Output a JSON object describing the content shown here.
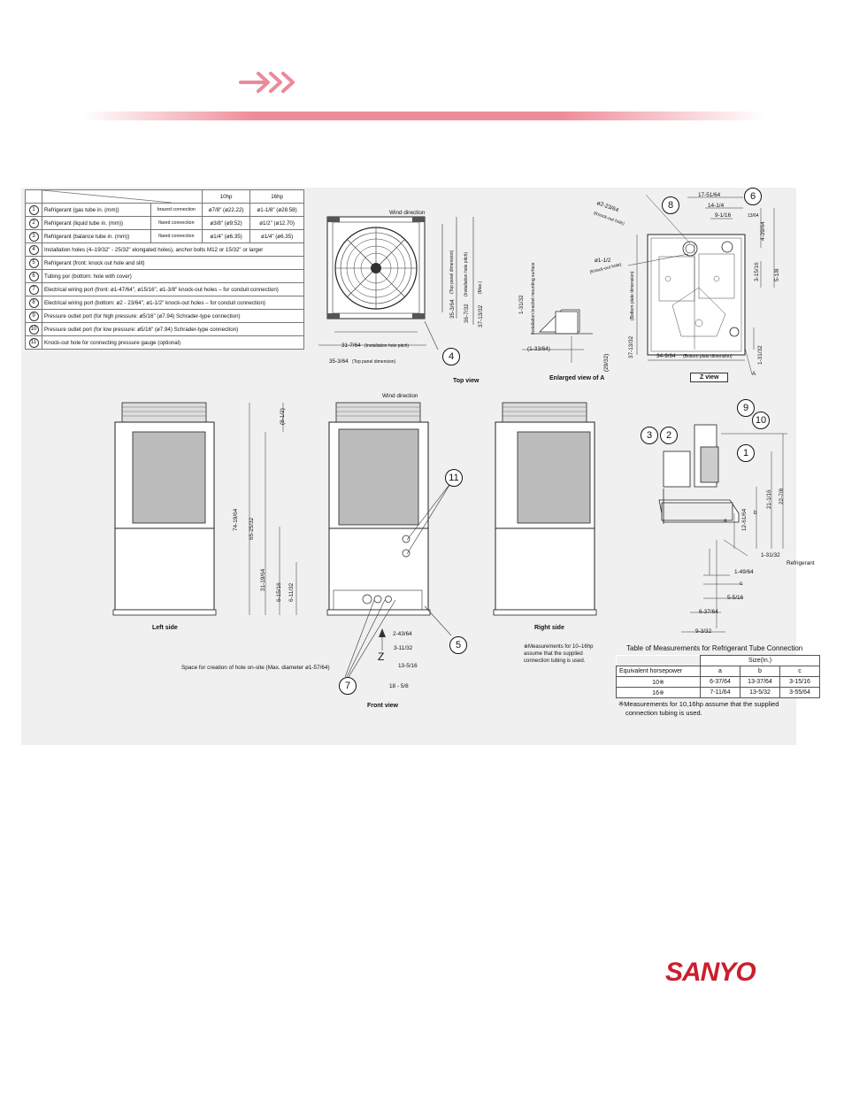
{
  "header": {
    "arrow_color": "#ec8a99",
    "banner_color": "#ec7887"
  },
  "spec_table": {
    "col_10hp": "10hp",
    "col_16hp": "16hp",
    "rows": [
      {
        "n": "1",
        "label": "Refrigerant (gas tube in. (mm))",
        "sub": "brazed connection",
        "v10": "ø7/8\" (ø22.22)",
        "v16": "ø1-1/8\" (ø28.58)"
      },
      {
        "n": "2",
        "label": "Refrigerant (liquid tube in. (mm))",
        "sub": "flared connection",
        "v10": "ø3/8\" (ø9.52)",
        "v16": "ø1/2\" (ø12.70)"
      },
      {
        "n": "3",
        "label": "Refrigerant (balance tube in. (mm))",
        "sub": "flared connection",
        "v10": "ø1/4\" (ø6.35)",
        "v16": "ø1/4\" (ø6.35)"
      }
    ],
    "notes": [
      {
        "n": "4",
        "text": "Installation holes (4–19/32\" - 25/32\" elongated holes), anchor bolts M12 or 15/32\" or larger"
      },
      {
        "n": "5",
        "text": "Refrigerant (front: knock out hole and slit)"
      },
      {
        "n": "6",
        "text": "Tubing por (bottom: hole with cover)"
      },
      {
        "n": "7",
        "text": "Electrical wiring port (front: ø1-47/64\", ø15/16\", ø1-3/8\" knock-out holes – for conduit connection)"
      },
      {
        "n": "8",
        "text": "Electrical wiring port (bottom: ø2 - 23/64\", ø1-1/2\" knock-out holes – for conduit connection)"
      },
      {
        "n": "9",
        "text": "Pressure outlet port (for high pressure: ø5/16\" (ø7.94) Schrader-type connection)"
      },
      {
        "n": "10",
        "text": "Pressure outlet port (for low pressure: ø5/16\" (ø7.94) Schrader-type connection)"
      },
      {
        "n": "11",
        "text": "Knock-out hole for connecting pressure gauge (optional)"
      }
    ]
  },
  "top_view": {
    "wind": "Wind direction",
    "d1": "35-3/64",
    "d1_note": "(Top panel dimension)",
    "d2": "36-7/32",
    "d2_note": "(Installation hole pitch)",
    "d3": "37-13/32",
    "d3_note": "(Max.)",
    "d4": "31-7/64",
    "d4_note": "(Installation hole pitch)",
    "d5": "35-3/64",
    "d5_note": "(Top panel dimension)",
    "callout": "4",
    "caption": "Top view"
  },
  "enlarged_view": {
    "d1": "1-31/32",
    "note": "Installation bracket mounting surface",
    "d2": "(1-33/64)",
    "d3": "(29/32)",
    "caption": "Enlarged view of A"
  },
  "z_view": {
    "d_top1": "17-51/64",
    "d_top2": "14-1/4",
    "d_top3": "9-1/16",
    "d_top4": "13/64",
    "knock1": "ø2-23/64",
    "knock1_note": "(Knock-out hole)",
    "knock2": "ø1-1/2",
    "knock2_note": "(Knock-out hole)",
    "d_r1": "4-39/64",
    "d_r2": "3-15/16",
    "d_r3": "5-1/8",
    "d_r4": "1-31/32",
    "d_left": "37-13/32",
    "d_left_note": "(Bottom plate dimension)",
    "d_bottom": "34-9/64",
    "d_bottom_note": "(Bottom plate dimension)",
    "a_label": "A",
    "callout_8": "8",
    "callout_6": "6",
    "caption": "Z view"
  },
  "left_side": {
    "caption": "Left side",
    "d1": "74-19/64",
    "d2": "65-25/32",
    "d3": "31-19/64",
    "d4": "(8-1/2)",
    "d5": "6-15/16",
    "d6": "6-11/32"
  },
  "front_view": {
    "wind": "Wind direction",
    "caption": "Front view",
    "d1": "2-43/64",
    "d2": "3-11/32",
    "d3": "13-5/16",
    "d4": "18 - 5/8",
    "z_label": "Z",
    "space_note": "Space for creation of hole on-site (Max. diameter ø1-57/64)",
    "callout_11": "11",
    "callout_5": "5",
    "callout_7": "7"
  },
  "right_side": {
    "caption": "Right side",
    "note": "※Measurements for 10–16hp assume that the supplied connection tubing is used."
  },
  "tube_detail": {
    "callout_9": "9",
    "callout_10": "10",
    "callout_3": "3",
    "callout_2": "2",
    "callout_1": "1",
    "d1": "21-1/16",
    "d2": "22-7/8",
    "d3": "12-61/64",
    "a": "a",
    "b": "b",
    "c": "c",
    "h1": "1-31/32",
    "h2": "1-49/64",
    "h3": "5-5/16",
    "h4": "6-37/64",
    "h5": "9-3/32",
    "refrigerant": "Refrigerant"
  },
  "measure_table": {
    "title": "Table of Measurements for Refrigerant Tube Connection",
    "size_header": "Size(In.)",
    "col_hp": "Equivalent horsepower",
    "col_a": "a",
    "col_b": "b",
    "col_c": "c",
    "rows": [
      {
        "hp": "10※",
        "a": "6-37/64",
        "b": "13-37/64",
        "c": "3-15/16"
      },
      {
        "hp": "16※",
        "a": "7-11/64",
        "b": "13-5/32",
        "c": "3-55/64"
      }
    ],
    "note1": "※Measurements for 10,16hp assume that the supplied",
    "note2": "connection tubing is used."
  },
  "brand": {
    "logo_text": "SANYO",
    "color": "#cc1e2d"
  }
}
